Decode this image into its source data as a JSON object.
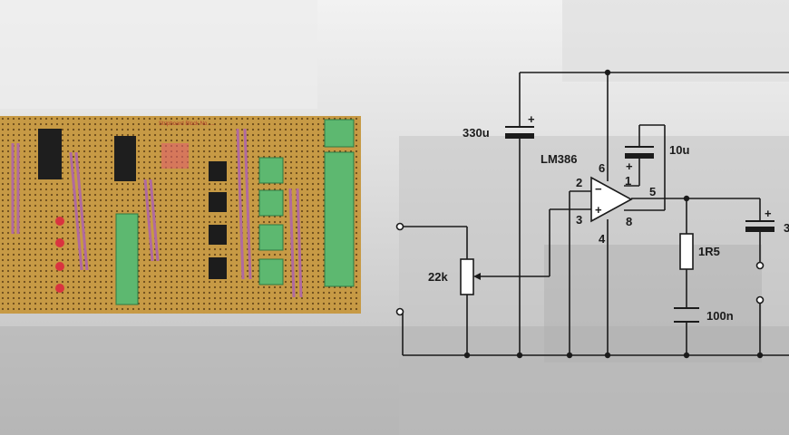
{
  "schematic": {
    "ic_name": "LM386",
    "pins": {
      "p1": "1",
      "p2": "2",
      "p3": "3",
      "p4": "4",
      "p5": "5",
      "p6": "6",
      "p8": "8"
    },
    "opamp_inputs": {
      "minus": "−",
      "plus": "+"
    },
    "components": {
      "c_supply": "330u",
      "c_gain": "10u",
      "c_output": "3",
      "resistor_pot": "22k",
      "resistor_zobel": "1R5",
      "cap_zobel": "100n"
    },
    "polarity_mark": "+"
  },
  "pcb_board": {
    "silkscreen": "Stripboard Block No. ..."
  },
  "colors": {
    "wire": "#1b1b1b",
    "pcb": "#c79a45",
    "terminal_green": "#5db870",
    "led_red": "#d9343f"
  }
}
